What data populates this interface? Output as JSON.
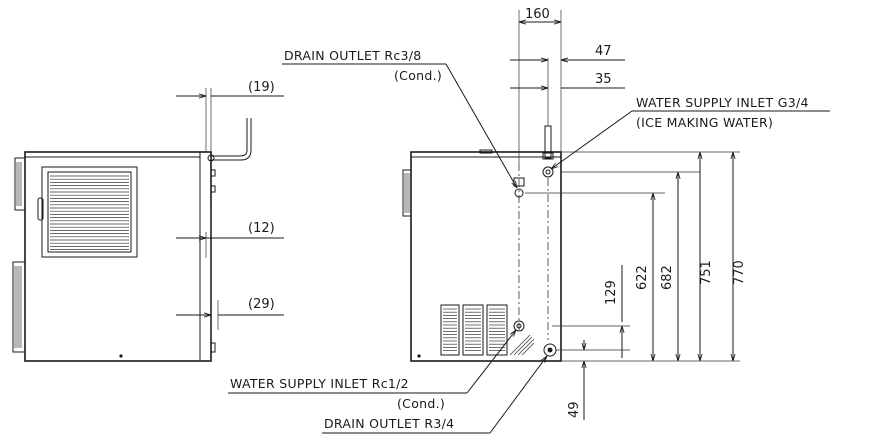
{
  "labels": {
    "drain_outlet_cond": "DRAIN OUTLET Rc3/8",
    "drain_outlet_cond_sub": "(Cond.)",
    "water_supply_ice": "WATER SUPPLY INLET G3/4",
    "water_supply_ice_sub": "(ICE MAKING WATER)",
    "water_supply_cond": "WATER SUPPLY INLET Rc1/2",
    "water_supply_cond_sub": "(Cond.)",
    "drain_outlet_main": "DRAIN OUTLET R3/4"
  },
  "dimensions": {
    "d160": "160",
    "d47": "47",
    "d35": "35",
    "d19": "(19)",
    "d12": "(12)",
    "d29": "(29)",
    "d129": "129",
    "d622": "622",
    "d682": "682",
    "d751": "751",
    "d770": "770",
    "d49": "49"
  }
}
